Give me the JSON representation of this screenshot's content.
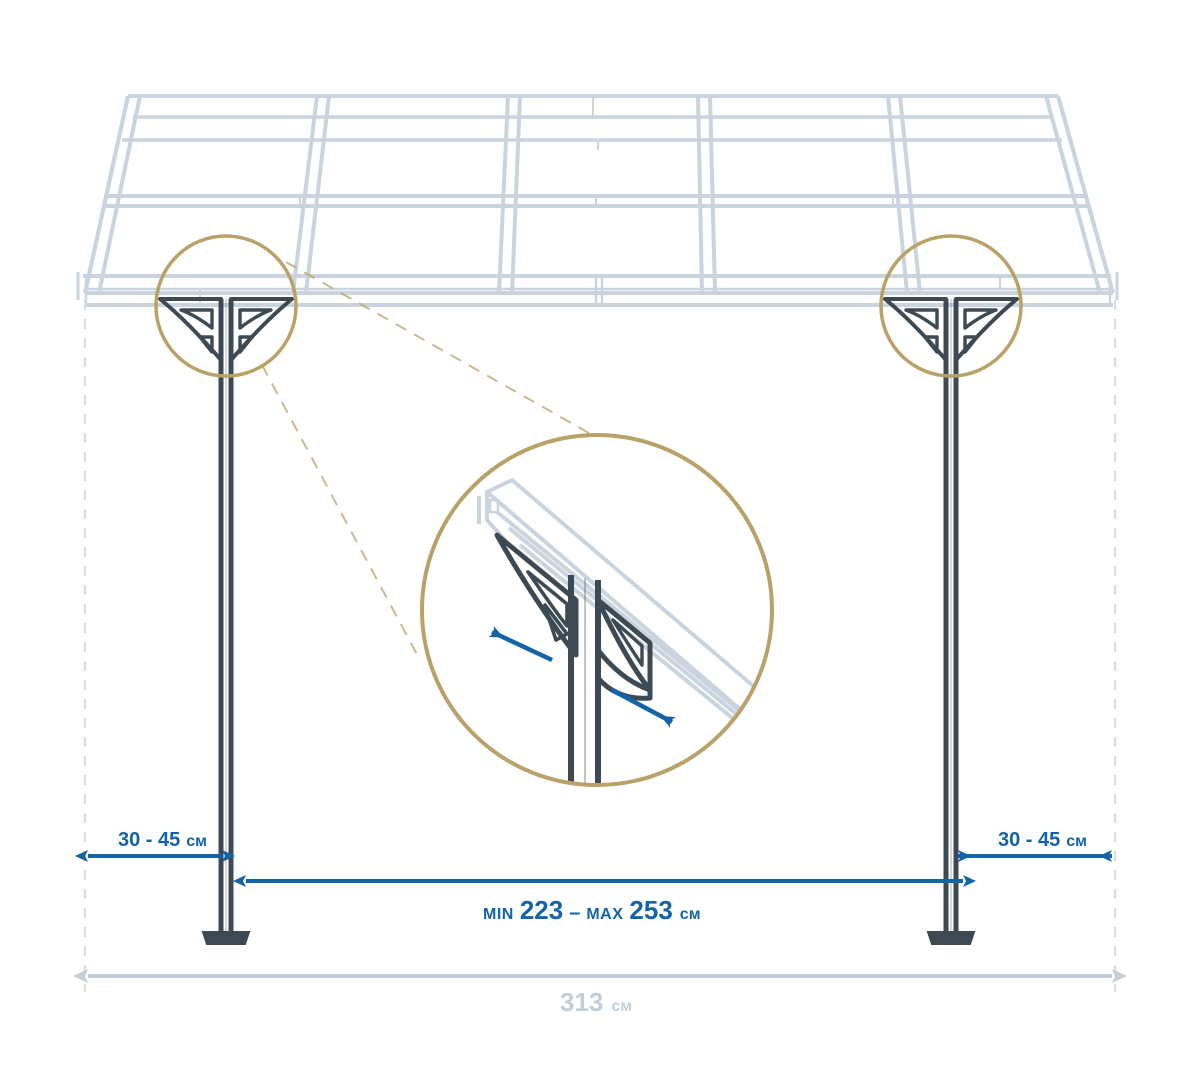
{
  "diagram": {
    "title": "Pergola post spacing assembly diagram",
    "type": "technical-line-drawing",
    "unit": "см",
    "colors": {
      "dimension_blue": "#1263a8",
      "dimension_gray": "#c3ced9",
      "callout_gold": "#b9a268",
      "frame_blue_gray": "#c9d4df",
      "hardware_dark": "#3d4a54",
      "background": "#ffffff"
    }
  },
  "dimensions": {
    "left_offset": {
      "label": "30 - 45",
      "unit": "см",
      "value_min": 30,
      "value_max": 45,
      "color": "#1263a8"
    },
    "right_offset": {
      "label": "30 - 45",
      "unit": "см",
      "value_min": 30,
      "value_max": 45,
      "color": "#1263a8"
    },
    "post_span": {
      "min_prefix": "MIN",
      "min_value": "223",
      "separator": "–",
      "max_prefix": "MAX",
      "max_value": "253",
      "unit": "см",
      "color": "#1263a8"
    },
    "overall_width": {
      "value": "313",
      "unit": "см",
      "color": "#c3ced9"
    }
  },
  "callouts": {
    "left_post_detail": {
      "name": "left post bracket detail",
      "shape": "circle"
    },
    "right_post_detail": {
      "name": "right post bracket detail",
      "shape": "circle"
    },
    "magnified_detail": {
      "name": "magnified post and bracket assembly",
      "shape": "circle",
      "arrows": [
        {
          "direction": "up-left",
          "color": "#1263a8"
        },
        {
          "direction": "down-right",
          "color": "#1263a8"
        }
      ]
    }
  },
  "structure": {
    "roof": {
      "name": "roof frame",
      "panels": 5,
      "rails": 2
    },
    "posts": [
      {
        "name": "left post",
        "base": "foot plate"
      },
      {
        "name": "right post",
        "base": "foot plate"
      }
    ],
    "brackets": {
      "count": 4,
      "name": "triangular support bracket"
    }
  },
  "chart_data": {
    "type": "diagram",
    "title": "Pergola post spacing",
    "measurements": [
      {
        "id": "left_offset",
        "label": "30 - 45 см",
        "min": 30,
        "max": 45,
        "unit": "см",
        "style": "blue"
      },
      {
        "id": "post_span",
        "label": "MIN 223 – MAX 253 см",
        "min": 223,
        "max": 253,
        "unit": "см",
        "style": "blue"
      },
      {
        "id": "right_offset",
        "label": "30 - 45 см",
        "min": 30,
        "max": 45,
        "unit": "см",
        "style": "blue"
      },
      {
        "id": "overall",
        "label": "313 см",
        "min": 313,
        "max": 313,
        "unit": "см",
        "style": "gray"
      }
    ]
  }
}
